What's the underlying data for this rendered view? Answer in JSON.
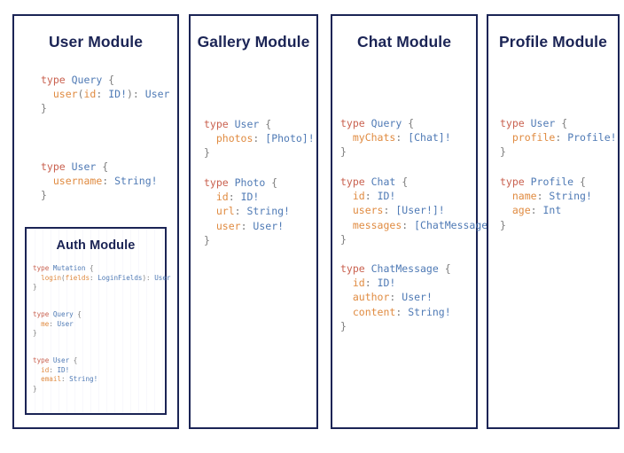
{
  "page": {
    "background_color": "#ffffff",
    "border_color": "#1b2455",
    "title_color": "#1b2455"
  },
  "palette": {
    "keyword": "#c9614f",
    "type_name": "#4f7ab5",
    "field_name": "#e08b41",
    "punctuation": "#7d7d7d"
  },
  "panels": [
    {
      "id": "user-module",
      "title": "User Module",
      "blocks": [
        {
          "id": "user-query",
          "lines": [
            [
              {
                "t": "type ",
                "c": "kw"
              },
              {
                "t": "Query",
                "c": "tn"
              },
              {
                "t": " {",
                "c": "pun"
              }
            ],
            [
              {
                "t": "  ",
                "c": "pun"
              },
              {
                "t": "user",
                "c": "fld"
              },
              {
                "t": "(",
                "c": "pun"
              },
              {
                "t": "id",
                "c": "fld"
              },
              {
                "t": ": ",
                "c": "pun"
              },
              {
                "t": "ID!",
                "c": "tn"
              },
              {
                "t": "): ",
                "c": "pun"
              },
              {
                "t": "User",
                "c": "tn"
              }
            ],
            [
              {
                "t": "}",
                "c": "pun"
              }
            ]
          ]
        },
        {
          "id": "user-type",
          "lines": [
            [
              {
                "t": "type ",
                "c": "kw"
              },
              {
                "t": "User",
                "c": "tn"
              },
              {
                "t": " {",
                "c": "pun"
              }
            ],
            [
              {
                "t": "  ",
                "c": "pun"
              },
              {
                "t": "username",
                "c": "fld"
              },
              {
                "t": ": ",
                "c": "pun"
              },
              {
                "t": "String!",
                "c": "tn"
              }
            ],
            [
              {
                "t": "}",
                "c": "pun"
              }
            ]
          ]
        }
      ],
      "nested": {
        "id": "auth-module",
        "title": "Auth Module",
        "blocks": [
          {
            "id": "auth-mutation",
            "lines": [
              [
                {
                  "t": "type ",
                  "c": "kw"
                },
                {
                  "t": "Mutation",
                  "c": "tn"
                },
                {
                  "t": " {",
                  "c": "pun"
                }
              ],
              [
                {
                  "t": "  ",
                  "c": "pun"
                },
                {
                  "t": "login",
                  "c": "fld"
                },
                {
                  "t": "(",
                  "c": "pun"
                },
                {
                  "t": "fields",
                  "c": "fld"
                },
                {
                  "t": ": ",
                  "c": "pun"
                },
                {
                  "t": "LoginFields",
                  "c": "tn"
                },
                {
                  "t": "): ",
                  "c": "pun"
                },
                {
                  "t": "User",
                  "c": "tn"
                }
              ],
              [
                {
                  "t": "}",
                  "c": "pun"
                }
              ]
            ]
          },
          {
            "id": "auth-query",
            "lines": [
              [
                {
                  "t": "type ",
                  "c": "kw"
                },
                {
                  "t": "Query",
                  "c": "tn"
                },
                {
                  "t": " {",
                  "c": "pun"
                }
              ],
              [
                {
                  "t": "  ",
                  "c": "pun"
                },
                {
                  "t": "me",
                  "c": "fld"
                },
                {
                  "t": ": ",
                  "c": "pun"
                },
                {
                  "t": "User",
                  "c": "tn"
                }
              ],
              [
                {
                  "t": "}",
                  "c": "pun"
                }
              ]
            ]
          },
          {
            "id": "auth-user",
            "lines": [
              [
                {
                  "t": "type ",
                  "c": "kw"
                },
                {
                  "t": "User",
                  "c": "tn"
                },
                {
                  "t": " {",
                  "c": "pun"
                }
              ],
              [
                {
                  "t": "  ",
                  "c": "pun"
                },
                {
                  "t": "id",
                  "c": "fld"
                },
                {
                  "t": ": ",
                  "c": "pun"
                },
                {
                  "t": "ID!",
                  "c": "tn"
                }
              ],
              [
                {
                  "t": "  ",
                  "c": "pun"
                },
                {
                  "t": "email",
                  "c": "fld"
                },
                {
                  "t": ": ",
                  "c": "pun"
                },
                {
                  "t": "String!",
                  "c": "tn"
                }
              ],
              [
                {
                  "t": "}",
                  "c": "pun"
                }
              ]
            ]
          }
        ]
      }
    },
    {
      "id": "gallery-module",
      "title": "Gallery Module",
      "blocks": [
        {
          "id": "gallery-user",
          "lines": [
            [
              {
                "t": "type ",
                "c": "kw"
              },
              {
                "t": "User",
                "c": "tn"
              },
              {
                "t": " {",
                "c": "pun"
              }
            ],
            [
              {
                "t": "  ",
                "c": "pun"
              },
              {
                "t": "photos",
                "c": "fld"
              },
              {
                "t": ": ",
                "c": "pun"
              },
              {
                "t": "[Photo]!",
                "c": "tn"
              }
            ],
            [
              {
                "t": "}",
                "c": "pun"
              }
            ]
          ]
        },
        {
          "id": "gallery-photo",
          "lines": [
            [
              {
                "t": "type ",
                "c": "kw"
              },
              {
                "t": "Photo",
                "c": "tn"
              },
              {
                "t": " {",
                "c": "pun"
              }
            ],
            [
              {
                "t": "  ",
                "c": "pun"
              },
              {
                "t": "id",
                "c": "fld"
              },
              {
                "t": ": ",
                "c": "pun"
              },
              {
                "t": "ID!",
                "c": "tn"
              }
            ],
            [
              {
                "t": "  ",
                "c": "pun"
              },
              {
                "t": "url",
                "c": "fld"
              },
              {
                "t": ": ",
                "c": "pun"
              },
              {
                "t": "String!",
                "c": "tn"
              }
            ],
            [
              {
                "t": "  ",
                "c": "pun"
              },
              {
                "t": "user",
                "c": "fld"
              },
              {
                "t": ": ",
                "c": "pun"
              },
              {
                "t": "User!",
                "c": "tn"
              }
            ],
            [
              {
                "t": "}",
                "c": "pun"
              }
            ]
          ]
        }
      ]
    },
    {
      "id": "chat-module",
      "title": "Chat Module",
      "blocks": [
        {
          "id": "chat-query",
          "lines": [
            [
              {
                "t": "type ",
                "c": "kw"
              },
              {
                "t": "Query",
                "c": "tn"
              },
              {
                "t": " {",
                "c": "pun"
              }
            ],
            [
              {
                "t": "  ",
                "c": "pun"
              },
              {
                "t": "myChats",
                "c": "fld"
              },
              {
                "t": ": ",
                "c": "pun"
              },
              {
                "t": "[Chat]!",
                "c": "tn"
              }
            ],
            [
              {
                "t": "}",
                "c": "pun"
              }
            ]
          ]
        },
        {
          "id": "chat-chat",
          "lines": [
            [
              {
                "t": "type ",
                "c": "kw"
              },
              {
                "t": "Chat",
                "c": "tn"
              },
              {
                "t": " {",
                "c": "pun"
              }
            ],
            [
              {
                "t": "  ",
                "c": "pun"
              },
              {
                "t": "id",
                "c": "fld"
              },
              {
                "t": ": ",
                "c": "pun"
              },
              {
                "t": "ID!",
                "c": "tn"
              }
            ],
            [
              {
                "t": "  ",
                "c": "pun"
              },
              {
                "t": "users",
                "c": "fld"
              },
              {
                "t": ": ",
                "c": "pun"
              },
              {
                "t": "[User!]!",
                "c": "tn"
              }
            ],
            [
              {
                "t": "  ",
                "c": "pun"
              },
              {
                "t": "messages",
                "c": "fld"
              },
              {
                "t": ": ",
                "c": "pun"
              },
              {
                "t": "[ChatMessage]!",
                "c": "tn"
              }
            ],
            [
              {
                "t": "}",
                "c": "pun"
              }
            ]
          ]
        },
        {
          "id": "chat-chatmessage",
          "lines": [
            [
              {
                "t": "type ",
                "c": "kw"
              },
              {
                "t": "ChatMessage",
                "c": "tn"
              },
              {
                "t": " {",
                "c": "pun"
              }
            ],
            [
              {
                "t": "  ",
                "c": "pun"
              },
              {
                "t": "id",
                "c": "fld"
              },
              {
                "t": ": ",
                "c": "pun"
              },
              {
                "t": "ID!",
                "c": "tn"
              }
            ],
            [
              {
                "t": "  ",
                "c": "pun"
              },
              {
                "t": "author",
                "c": "fld"
              },
              {
                "t": ": ",
                "c": "pun"
              },
              {
                "t": "User!",
                "c": "tn"
              }
            ],
            [
              {
                "t": "  ",
                "c": "pun"
              },
              {
                "t": "content",
                "c": "fld"
              },
              {
                "t": ": ",
                "c": "pun"
              },
              {
                "t": "String!",
                "c": "tn"
              }
            ],
            [
              {
                "t": "}",
                "c": "pun"
              }
            ]
          ]
        }
      ]
    },
    {
      "id": "profile-module",
      "title": "Profile Module",
      "blocks": [
        {
          "id": "profile-user",
          "lines": [
            [
              {
                "t": "type ",
                "c": "kw"
              },
              {
                "t": "User",
                "c": "tn"
              },
              {
                "t": " {",
                "c": "pun"
              }
            ],
            [
              {
                "t": "  ",
                "c": "pun"
              },
              {
                "t": "profile",
                "c": "fld"
              },
              {
                "t": ": ",
                "c": "pun"
              },
              {
                "t": "Profile!",
                "c": "tn"
              }
            ],
            [
              {
                "t": "}",
                "c": "pun"
              }
            ]
          ]
        },
        {
          "id": "profile-profile",
          "lines": [
            [
              {
                "t": "type ",
                "c": "kw"
              },
              {
                "t": "Profile",
                "c": "tn"
              },
              {
                "t": " {",
                "c": "pun"
              }
            ],
            [
              {
                "t": "  ",
                "c": "pun"
              },
              {
                "t": "name",
                "c": "fld"
              },
              {
                "t": ": ",
                "c": "pun"
              },
              {
                "t": "String!",
                "c": "tn"
              }
            ],
            [
              {
                "t": "  ",
                "c": "pun"
              },
              {
                "t": "age",
                "c": "fld"
              },
              {
                "t": ": ",
                "c": "pun"
              },
              {
                "t": "Int",
                "c": "tn"
              }
            ],
            [
              {
                "t": "}",
                "c": "pun"
              }
            ]
          ]
        }
      ]
    }
  ]
}
